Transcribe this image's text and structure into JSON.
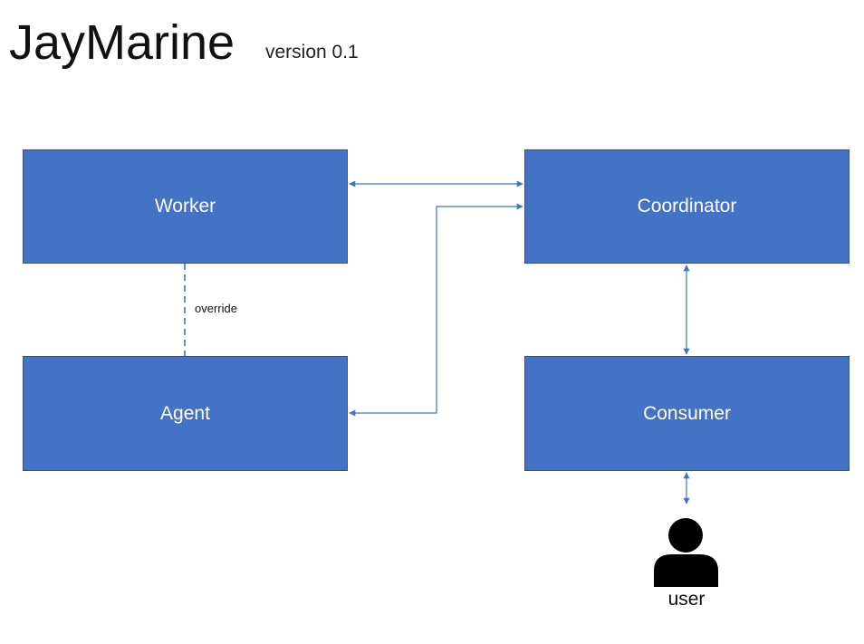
{
  "header": {
    "title": "JayMarine",
    "version": "version 0.1"
  },
  "nodes": {
    "worker": "Worker",
    "agent": "Agent",
    "coordinator": "Coordinator",
    "consumer": "Consumer",
    "user": "user"
  },
  "edges": {
    "worker_agent_label": "override"
  },
  "colors": {
    "box_fill": "#4472c4",
    "box_border": "#2f528f",
    "connector": "#4472c4",
    "box_text": "#ffffff"
  },
  "icons": {
    "user": "person-icon"
  }
}
